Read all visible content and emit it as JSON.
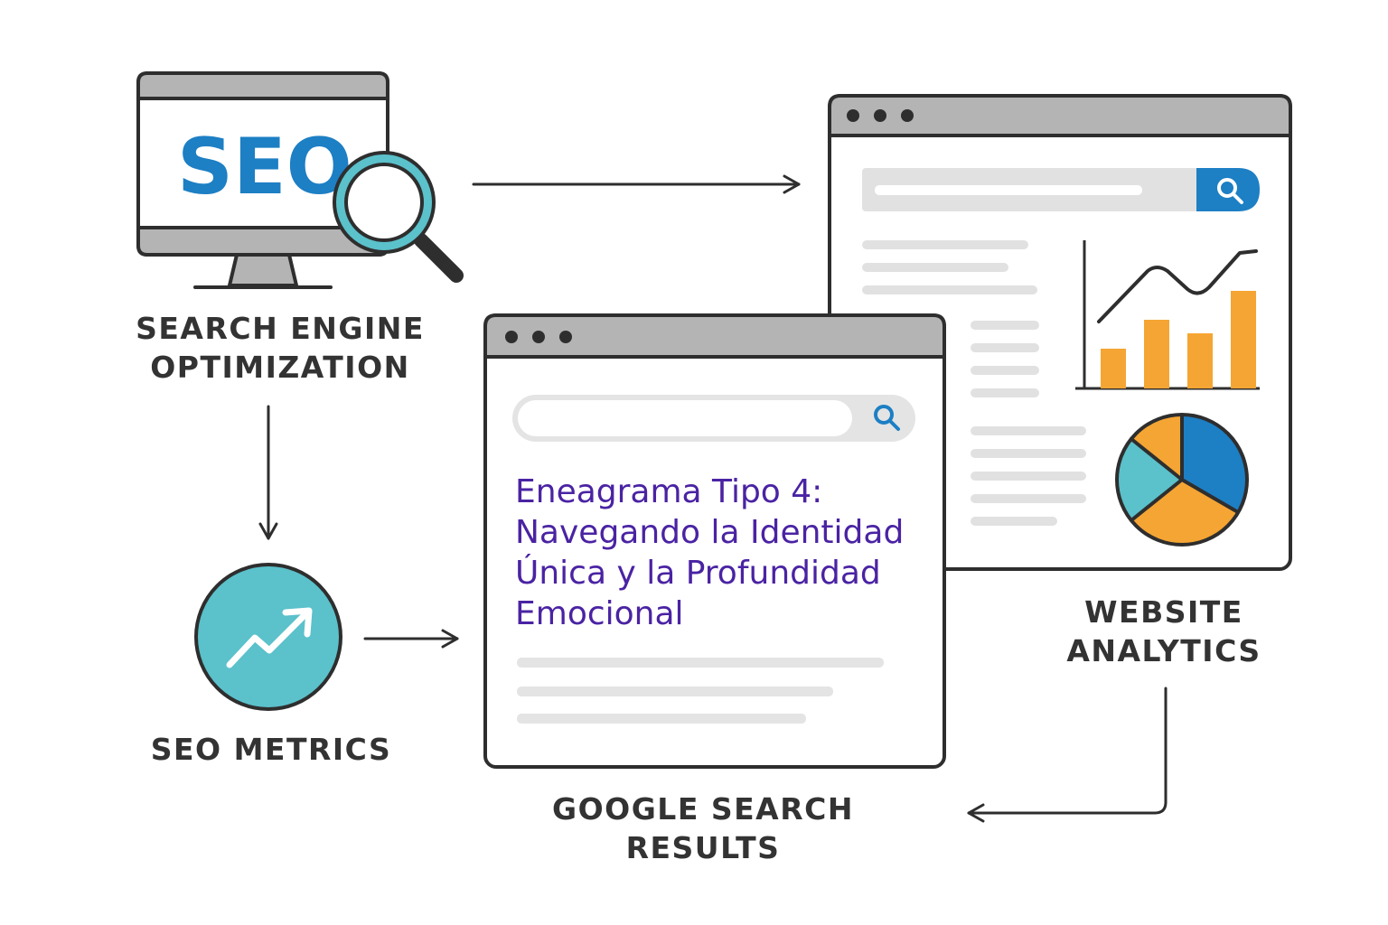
{
  "seo_node": {
    "screen_text": "SEO",
    "caption_lines": [
      "SEARCH ENGINE",
      "OPTIMIZATION"
    ],
    "icons": [
      "monitor-icon",
      "magnifier-icon"
    ]
  },
  "metrics_node": {
    "caption_lines": [
      "SEO METRICS"
    ],
    "icon": "trending-up-icon"
  },
  "results_node": {
    "result_title_lines": [
      "Eneagrama Tipo 4:",
      "Navegando la Identidad",
      "Única y la Profundidad",
      "Emocional"
    ],
    "caption_lines": [
      "GOOGLE SEARCH",
      "RESULTS"
    ],
    "icon": "search-icon"
  },
  "analytics_node": {
    "caption_lines": [
      "WEBSITE",
      "ANALYTICS"
    ],
    "icons": [
      "search-icon",
      "bar-line-chart-icon",
      "pie-chart-icon"
    ]
  },
  "colors": {
    "seo_blue": "#1d7fc4",
    "teal": "#5bc1cb",
    "orange": "#f5a533",
    "result_purple": "#4a23a3",
    "outline": "#2e2e2e",
    "chrome_gray": "#b4b4b4",
    "placeholder_gray": "#e4e4e4",
    "caption_text": "#333333"
  }
}
